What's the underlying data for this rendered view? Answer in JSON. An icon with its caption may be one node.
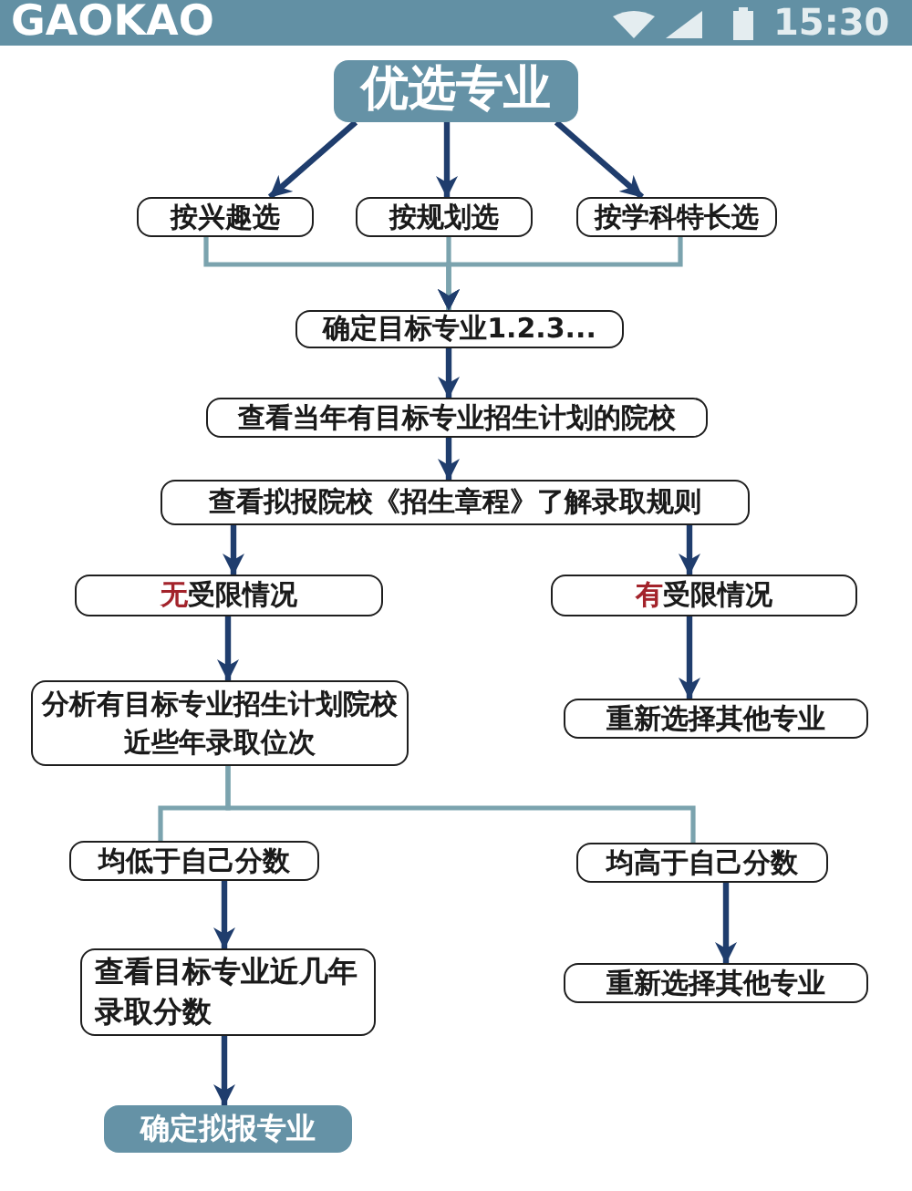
{
  "diagram": {
    "nodes": [
      {
        "text": [
          "优选专业"
        ]
      },
      {
        "text": [
          "按兴趣选"
        ]
      },
      {
        "text": [
          "按规划选"
        ]
      },
      {
        "text": [
          "按学科特长选"
        ]
      },
      {
        "text": [
          "确定目标专业1.2.3..."
        ]
      },
      {
        "text": [
          "查看当年有目标专业招生计划的院校"
        ]
      },
      {
        "text": [
          "查看拟报院校《招生章程》了解录取规则"
        ]
      },
      {
        "text": [
          "无受限情况"
        ]
      },
      {
        "text": [
          "有受限情况"
        ]
      },
      {
        "text": [
          "分析有目标专业招生计划院校近些年录取位次"
        ]
      },
      {
        "text": [
          "重新选择其他专业"
        ]
      },
      {
        "text": [
          "均低于自己分数"
        ]
      },
      {
        "text": [
          "均高于自己分数"
        ]
      },
      {
        "text": [
          "查看目标专业近几年录取分数"
        ]
      },
      {
        "text": [
          "重新选择其他专业"
        ]
      },
      {
        "text": [
          "确定拟报专业"
        ]
      }
    ],
    "edges": [
      {
        "from": 0,
        "to": 1,
        "arrow": "to"
      },
      {
        "from": 0,
        "to": 2,
        "arrow": "to"
      },
      {
        "from": 0,
        "to": 3,
        "arrow": "to"
      },
      {
        "from": 1,
        "to": 4,
        "arrow": "to",
        "color": "#7ba3ae"
      },
      {
        "from": 2,
        "to": 4,
        "arrow": "to",
        "color": "#7ba3ae"
      },
      {
        "from": 3,
        "to": 4,
        "arrow": "to",
        "color": "#7ba3ae"
      },
      {
        "from": 4,
        "to": 5,
        "arrow": "to"
      },
      {
        "from": 5,
        "to": 6,
        "arrow": "to"
      },
      {
        "from": 6,
        "to": 7,
        "arrow": "to"
      },
      {
        "from": 6,
        "to": 8,
        "arrow": "to"
      },
      {
        "from": 7,
        "to": 9,
        "arrow": "to"
      },
      {
        "from": 8,
        "to": 10,
        "arrow": "to"
      },
      {
        "from": 9,
        "to": 11,
        "arrow": "none",
        "color": "#7ba3ae"
      },
      {
        "from": 9,
        "to": 12,
        "arrow": "none",
        "color": "#7ba3ae"
      },
      {
        "from": 11,
        "to": 13,
        "arrow": "to"
      },
      {
        "from": 12,
        "to": 14,
        "arrow": "to"
      },
      {
        "from": 13,
        "to": 15,
        "arrow": "to"
      }
    ],
    "labels": [
      "GAOKAO",
      "15:30"
    ]
  }
}
